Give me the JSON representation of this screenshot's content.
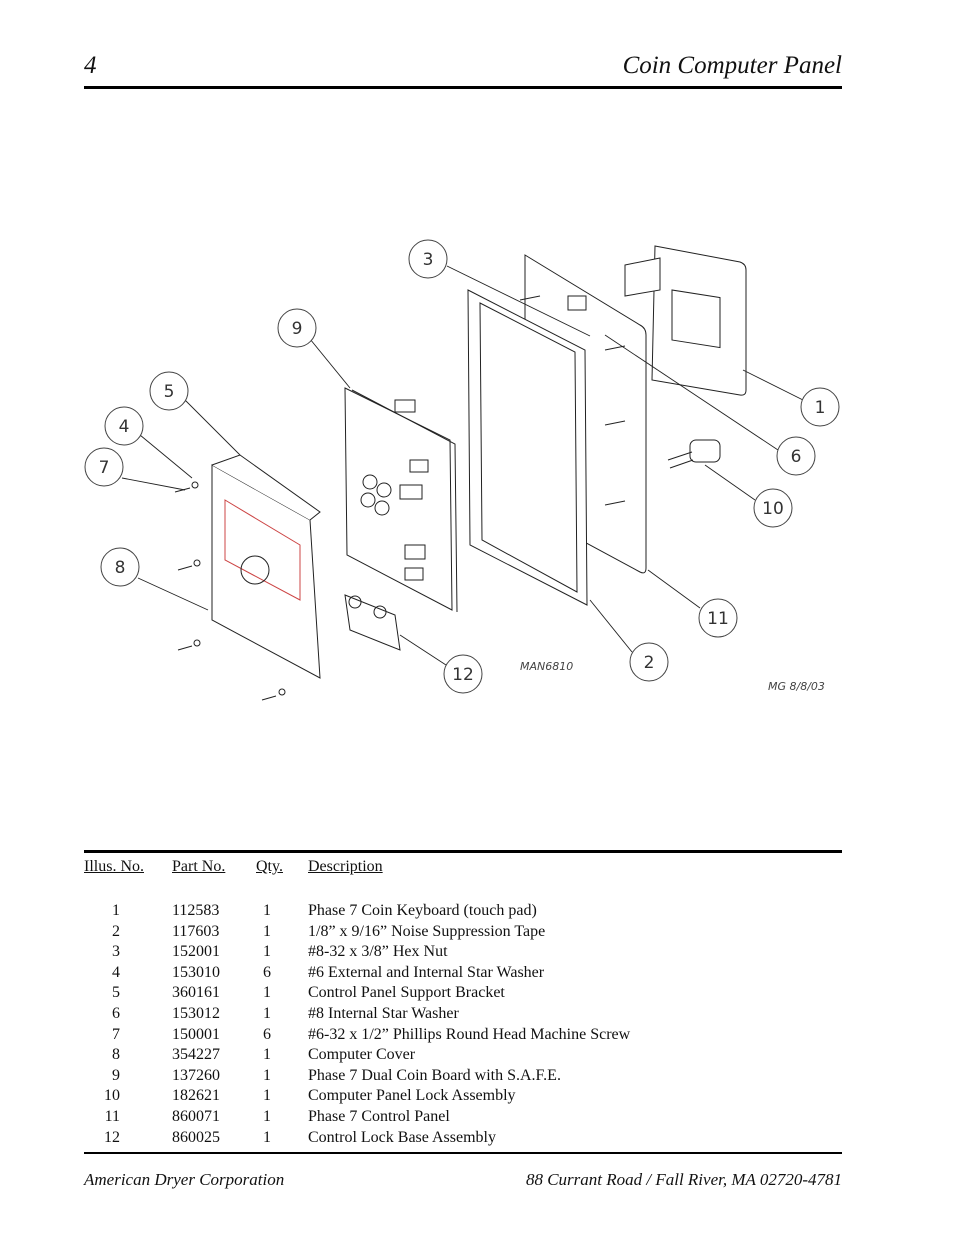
{
  "header": {
    "page_number": "4",
    "title": "Coin Computer Panel"
  },
  "diagram": {
    "callouts": [
      "1",
      "2",
      "3",
      "4",
      "5",
      "6",
      "7",
      "8",
      "9",
      "10",
      "11",
      "12"
    ],
    "drawing_id": "MAN6810",
    "drawing_date": "MG 8/8/03"
  },
  "table": {
    "headers": {
      "illus": "Illus. No.",
      "part": "Part  No.",
      "qty": "Qty.",
      "desc": "Description"
    },
    "rows": [
      {
        "illus": "1",
        "part": "112583",
        "qty": "1",
        "desc": "Phase 7 Coin Keyboard (touch pad)"
      },
      {
        "illus": "2",
        "part": "117603",
        "qty": "1",
        "desc": "1/8” x 9/16” Noise Suppression Tape"
      },
      {
        "illus": "3",
        "part": "152001",
        "qty": "1",
        "desc": "#8-32 x 3/8” Hex Nut"
      },
      {
        "illus": "4",
        "part": "153010",
        "qty": "6",
        "desc": "#6 External and Internal Star Washer"
      },
      {
        "illus": "5",
        "part": "360161",
        "qty": "1",
        "desc": "Control Panel Support Bracket"
      },
      {
        "illus": "6",
        "part": "153012",
        "qty": "1",
        "desc": "#8 Internal Star Washer"
      },
      {
        "illus": "7",
        "part": "150001",
        "qty": "6",
        "desc": "#6-32 x 1/2” Phillips Round Head Machine Screw"
      },
      {
        "illus": "8",
        "part": "354227",
        "qty": "1",
        "desc": "Computer Cover"
      },
      {
        "illus": "9",
        "part": "137260",
        "qty": "1",
        "desc": "Phase 7 Dual Coin Board with S.A.F.E."
      },
      {
        "illus": "10",
        "part": "182621",
        "qty": "1",
        "desc": "Computer Panel Lock Assembly"
      },
      {
        "illus": "11",
        "part": "860071",
        "qty": "1",
        "desc": "Phase 7 Control Panel"
      },
      {
        "illus": "12",
        "part": "860025",
        "qty": "1",
        "desc": "Control Lock Base Assembly"
      }
    ]
  },
  "footer": {
    "company": "American Dryer Corporation",
    "address": "88 Currant Road / Fall River, MA 02720-4781"
  }
}
